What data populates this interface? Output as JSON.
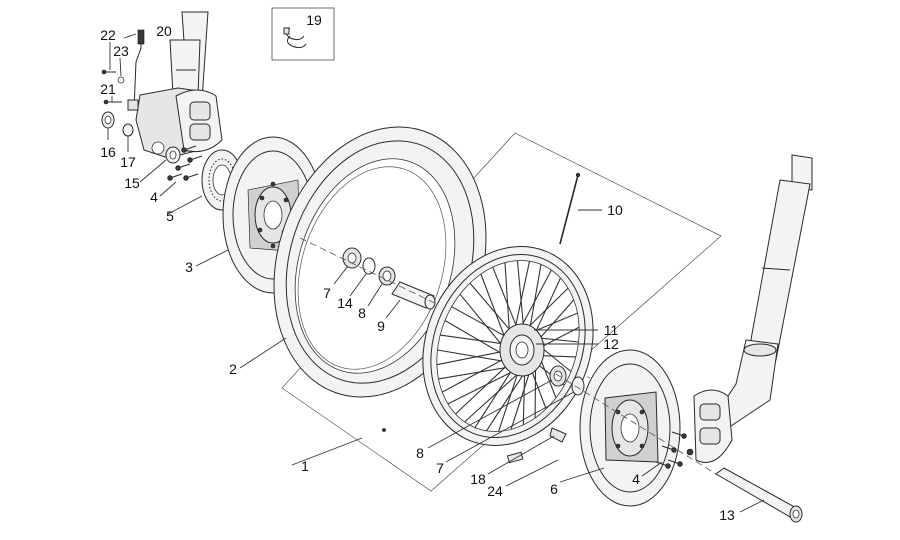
{
  "callouts": {
    "c1": "1",
    "c2": "2",
    "c3": "3",
    "c4a": "4",
    "c4b": "4",
    "c5": "5",
    "c6": "6",
    "c7a": "7",
    "c7b": "7",
    "c8a": "8",
    "c8b": "8",
    "c9": "9",
    "c10": "10",
    "c11": "11",
    "c12": "12",
    "c13": "13",
    "c14": "14",
    "c15": "15",
    "c16": "16",
    "c17": "17",
    "c18": "18",
    "c19": "19",
    "c20": "20",
    "c21": "21",
    "c22": "22",
    "c23": "23",
    "c24": "24"
  }
}
